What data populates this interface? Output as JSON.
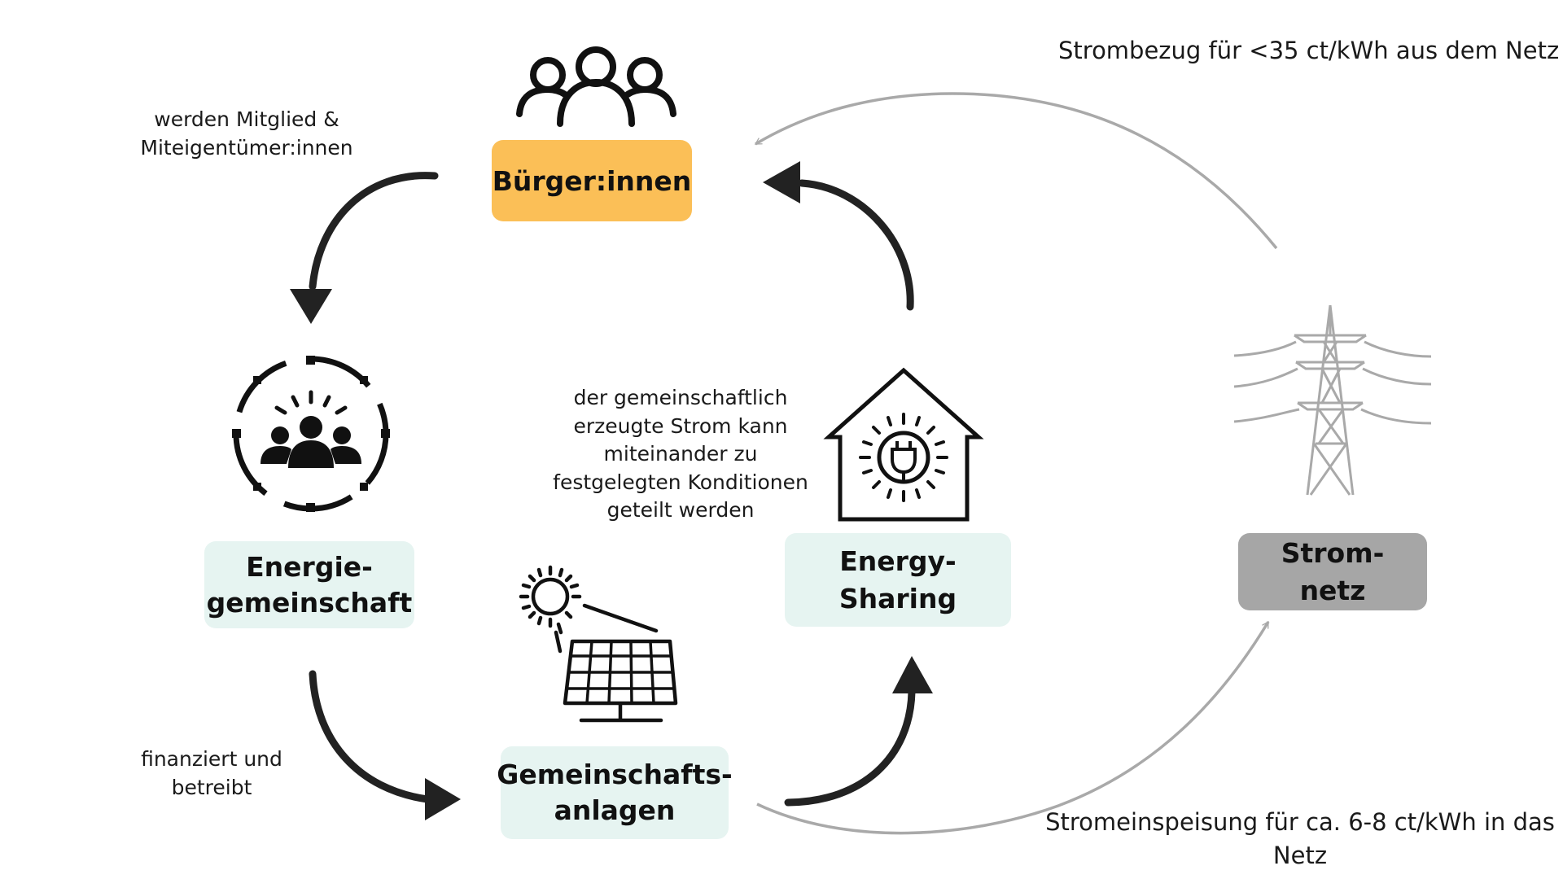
{
  "nodes": {
    "citizens": "Bürger:innen",
    "community": "Energie-\ngemeinschaft",
    "plants": "Gemeinschafts-\nanlagen",
    "sharing": "Energy-\nSharing",
    "grid": "Strom-\nnetz"
  },
  "annotations": {
    "membership": "werden  Mitglied &\nMiteigentümer:innen",
    "financing": "finanziert und\nbetreibt",
    "sharing_note": "der gemeinschaftlich\nerzeugte Strom kann\nmiteinander zu\nfestgelegten Konditionen\ngeteilt werden",
    "grid_purchase": "Strombezug für <35 ct/kWh aus dem Netz",
    "grid_feed_in": "Stromeinspeisung für ca. 6-8 ct/kWh in das\nNetz"
  },
  "icons": {
    "citizens": "people-group-icon",
    "community": "community-circle-icon",
    "plants": "solar-panel-icon",
    "sharing": "house-plug-icon",
    "grid": "power-pylon-icon"
  },
  "colors": {
    "citizens_box": "#fbbf57",
    "node_box": "#e6f4f1",
    "grid_box": "#a6a6a6",
    "cycle_arrow": "#222222",
    "grid_arrow": "#a9a9a9"
  }
}
